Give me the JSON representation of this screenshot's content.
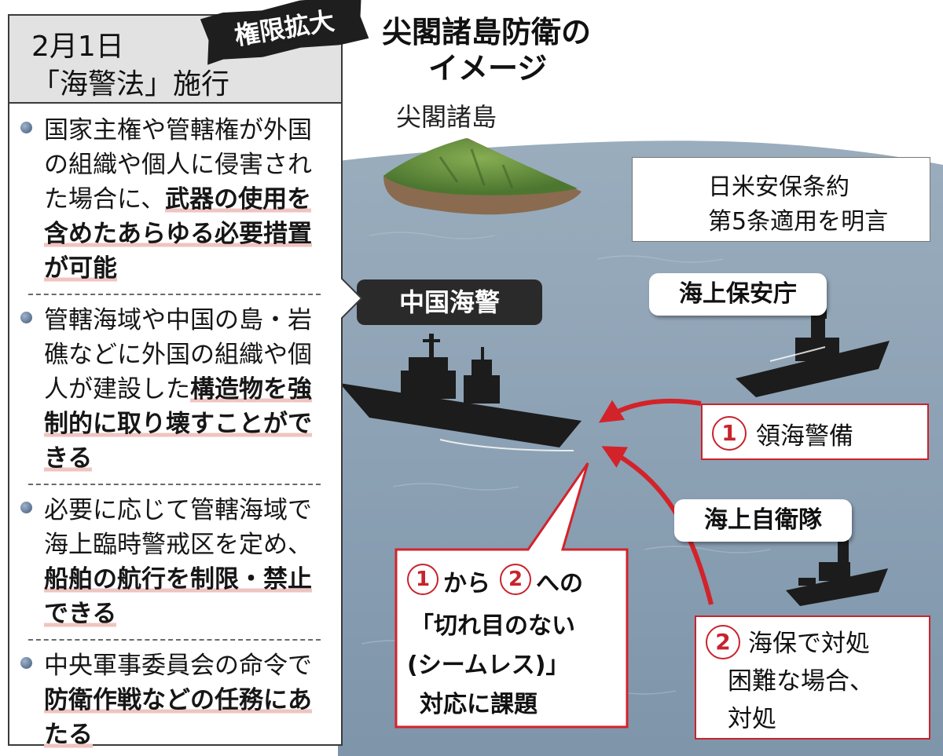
{
  "title": {
    "line1": "尖閣諸島防衛の",
    "line2": "イメージ"
  },
  "panel": {
    "date": "2月1日",
    "law": "「海警法」施行",
    "badge": "権限拡大",
    "items": [
      {
        "plain1": "国家主権や管轄権が外国の組織や個人に侵害された場合に、",
        "bold": "武器の使用を含めたあらゆる必要措置が可能",
        "plain2": ""
      },
      {
        "plain1": "管轄海域や中国の島・岩礁などに外国の組織や個人が建設した",
        "bold": "構造物を強制的に取り壊すことができる",
        "plain2": ""
      },
      {
        "plain1": "必要に応じて管轄海域で海上臨時警戒区を定め、",
        "bold": "船舶の航行を制限・禁止できる",
        "plain2": ""
      },
      {
        "plain1": "中央軍事委員会の命令で",
        "bold": "防衛作戦などの任務にあたる",
        "plain2": ""
      }
    ]
  },
  "scene": {
    "island_label": "尖閣諸島",
    "treaty": {
      "line1": "日米安保条約",
      "line2": "第5条適用を明言"
    },
    "china_coast_guard": "中国海警",
    "jcg": "海上保安庁",
    "jsdf": "海上自衛隊",
    "step1": {
      "num": "1",
      "text": "領海警備"
    },
    "step2": {
      "num": "2",
      "line1": "海保で対処",
      "line2": "困難な場合、",
      "line3": "対処"
    },
    "callout": {
      "num_a": "1",
      "mid": "から",
      "num_b": "2",
      "end": "への",
      "line2": "「切れ目のない",
      "line3": "(シームレス)」",
      "line4": "対応に課題"
    }
  },
  "colors": {
    "sea": "#8fa3b5",
    "accent_red": "#d2232a",
    "ship": "#1c1c1c",
    "island_green": "#5f8b3a"
  }
}
